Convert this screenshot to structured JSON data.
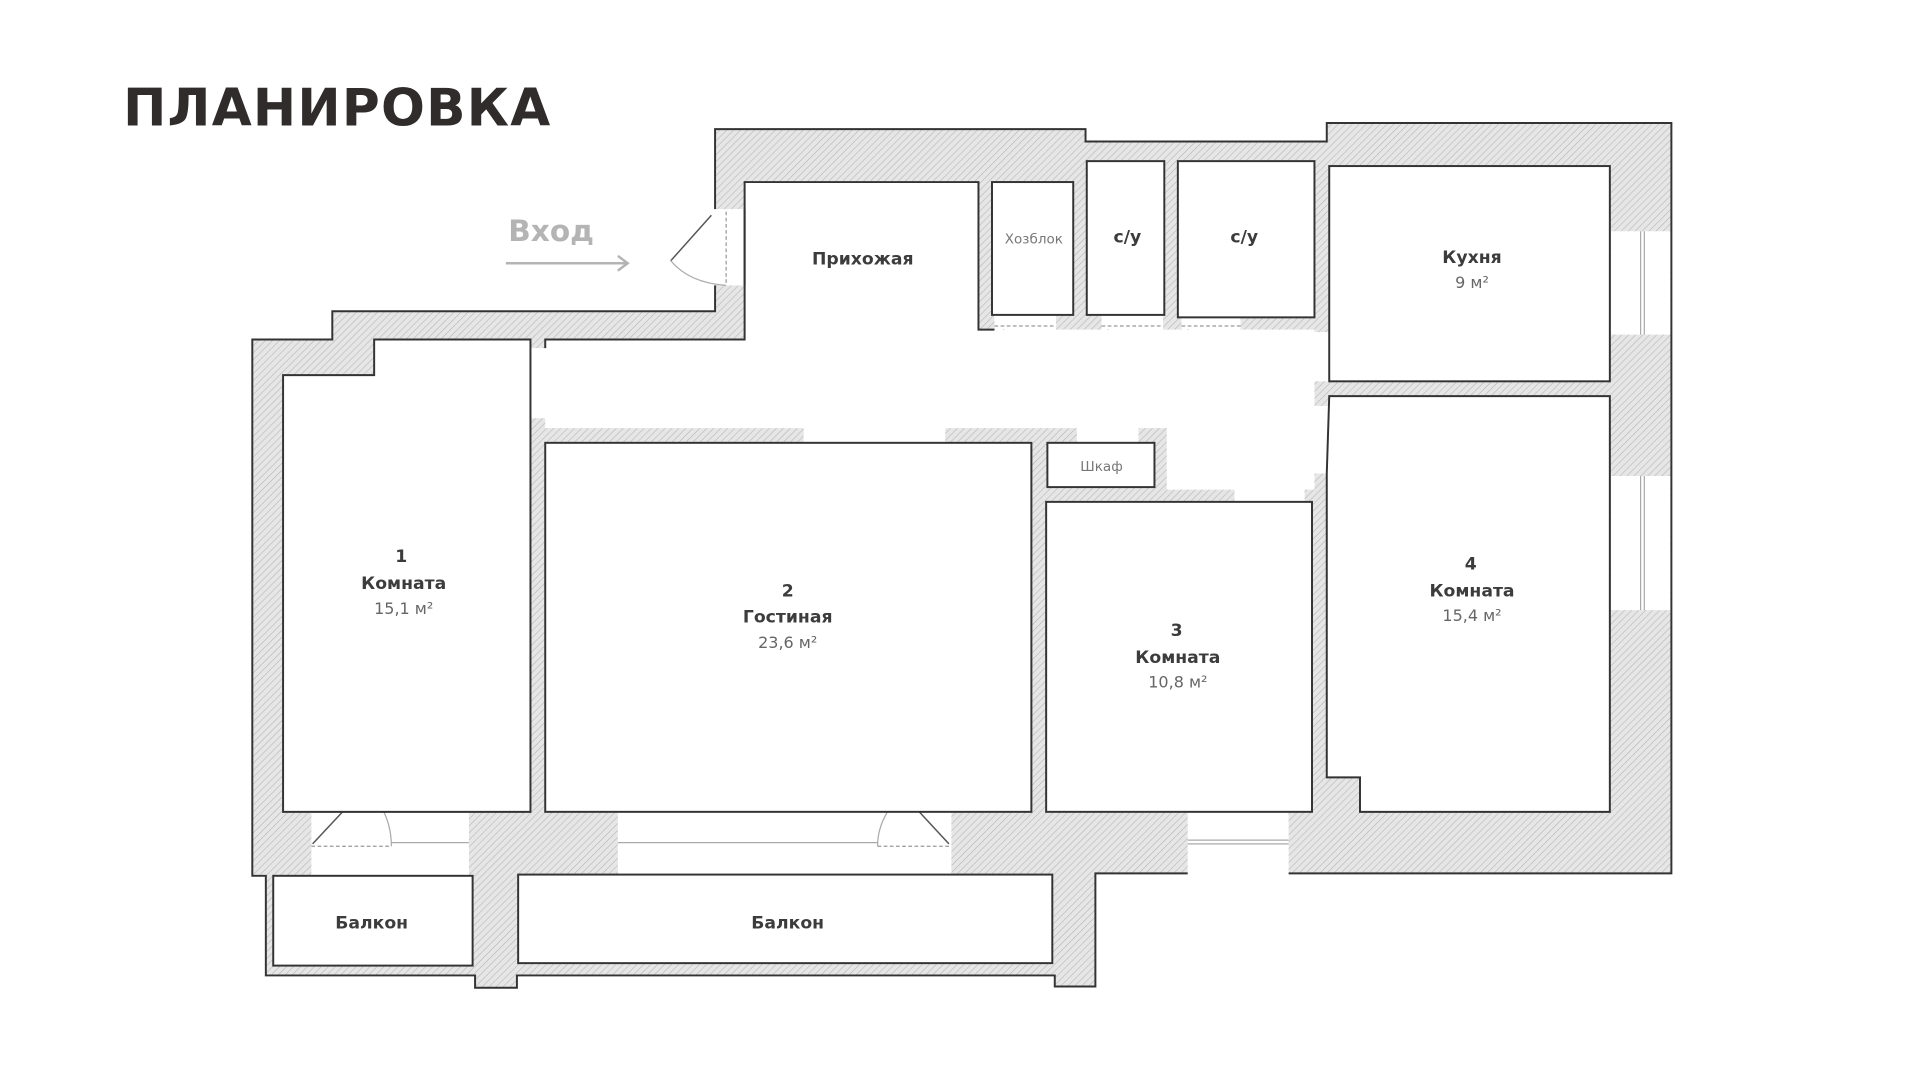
{
  "title": "ПЛАНИРОВКА",
  "entry": {
    "label": "Вход",
    "arrow_icon": "arrow-right-icon"
  },
  "colors": {
    "wall": "#e6e6e6",
    "hatch": "#b8b8b8",
    "outline": "#333333",
    "text": "#3c3c3c"
  },
  "rooms": {
    "hall": {
      "name": "Прихожая"
    },
    "storage": {
      "name": "Хозблок"
    },
    "wc1": {
      "name": "с/у"
    },
    "wc2": {
      "name": "с/у"
    },
    "kitchen": {
      "name": "Кухня",
      "area": "9 м²"
    },
    "room1": {
      "number": "1",
      "name": "Комната",
      "area": "15,1 м²"
    },
    "room2": {
      "number": "2",
      "name": "Гостиная",
      "area": "23,6 м²"
    },
    "room3": {
      "number": "3",
      "name": "Комната",
      "area": "10,8 м²"
    },
    "room4": {
      "number": "4",
      "name": "Комната",
      "area": "15,4 м²"
    },
    "closet": {
      "name": "Шкаф"
    },
    "balcony1": {
      "name": "Балкон"
    },
    "balcony2": {
      "name": "Балкон"
    }
  }
}
